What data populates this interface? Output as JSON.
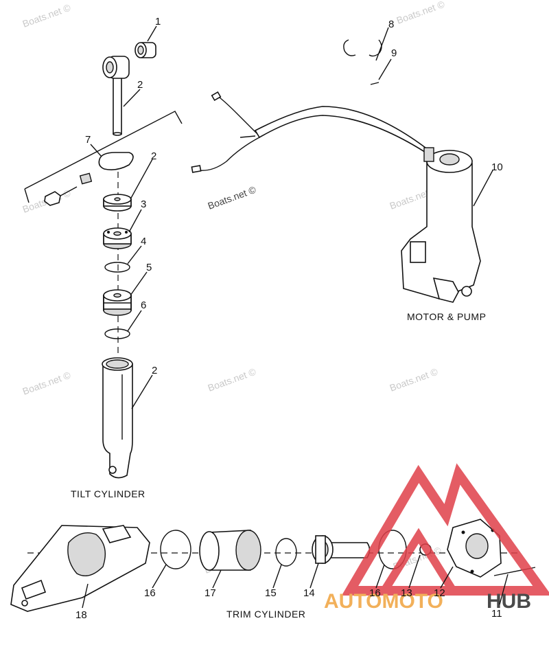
{
  "captions": {
    "tilt_cylinder": "TILT CYLINDER",
    "motor_pump": "MOTOR & PUMP",
    "trim_cylinder": "TRIM CYLINDER"
  },
  "watermark": "Boats.net ©",
  "logo": {
    "part1": "AUTOMOTO",
    "part2": "HUB",
    "color_accent": "#f2b05a",
    "color_dark": "#4a4a4a",
    "color_triangle": "#e0404a"
  },
  "callouts": {
    "c1": "1",
    "c2a": "2",
    "c7": "7",
    "c2b": "2",
    "c3": "3",
    "c4": "4",
    "c5": "5",
    "c6": "6",
    "c2c": "2",
    "c8": "8",
    "c9": "9",
    "c10": "10",
    "c16a": "16",
    "c17": "17",
    "c15": "15",
    "c14": "14",
    "c16b": "16",
    "c13": "13",
    "c12": "12",
    "c11": "11",
    "c18": "18"
  }
}
